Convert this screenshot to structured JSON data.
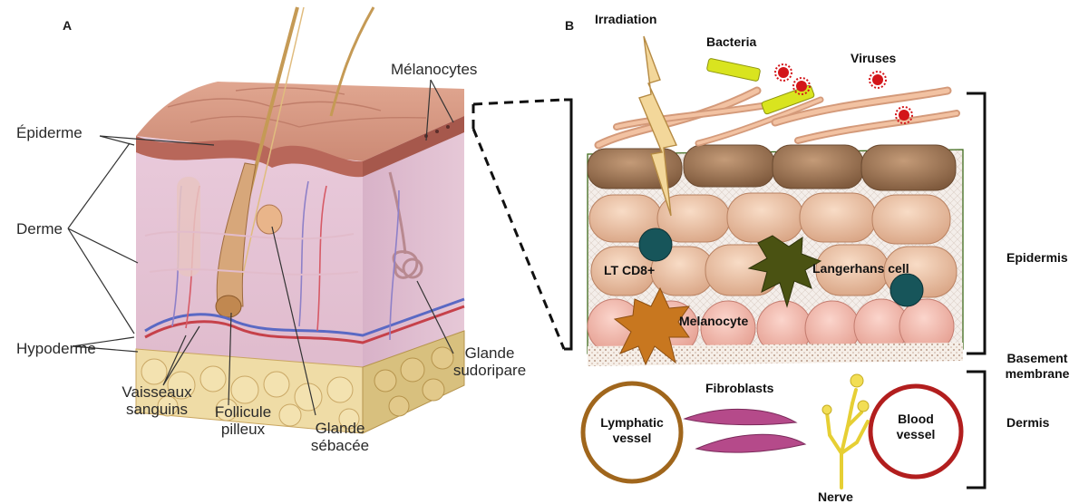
{
  "panel_a": {
    "letter": "A",
    "labels": {
      "melanocytes": "Mélanocytes",
      "epiderme": "Épiderme",
      "derme": "Derme",
      "hypoderme": "Hypoderme",
      "vaisseaux_1": "Vaisseaux",
      "vaisseaux_2": "sanguins",
      "follicule_1": "Follicule",
      "follicule_2": "pilleux",
      "sebacee_1": "Glande",
      "sebacee_2": "sébacée",
      "sudoripare_1": "Glande",
      "sudoripare_2": "sudoripare"
    }
  },
  "panel_b": {
    "letter": "B",
    "labels": {
      "irradiation": "Irradiation",
      "bacteria": "Bacteria",
      "viruses": "Viruses",
      "epidermis": "Epidermis",
      "lt_cd8": "LT CD8+",
      "langerhans": "Langerhans cell",
      "melanocyte": "Melanocyte",
      "basement_1": "Basement",
      "basement_2": "membrane",
      "fibroblasts": "Fibroblasts",
      "lymphatic_1": "Lymphatic",
      "lymphatic_2": "vessel",
      "blood_1": "Blood",
      "blood_2": "vessel",
      "dermis": "Dermis",
      "nerve": "Nerve"
    }
  },
  "colors": {
    "epidermis_skin": "#d99480",
    "dermis_tissue": "#e8c6d6",
    "fat": "#efdca6",
    "hair": "#c59a55",
    "keratinocyte": "#f0c6a8",
    "corneocyte": "#a37c5c",
    "melanocyte": "#c8771f",
    "langerhans": "#4a5212",
    "lt_cd8": "#17555a",
    "bacteria": "#d9e41f",
    "virus": "#d3161a",
    "fibroblast": "#b54a8a",
    "lymphatic": "#a0661c",
    "blood": "#b21e1e",
    "nerve": "#e6cf34"
  }
}
